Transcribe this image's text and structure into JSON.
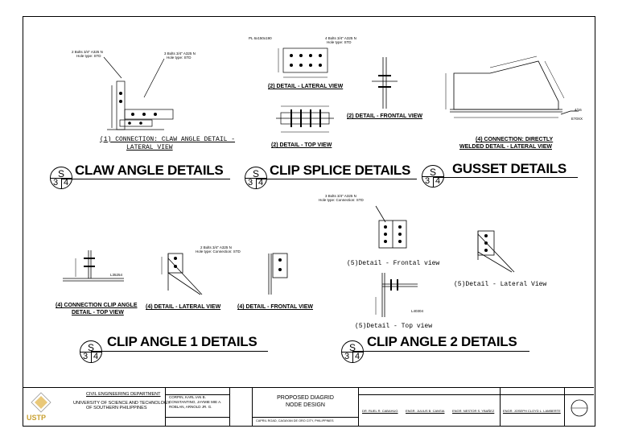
{
  "sections": {
    "claw": {
      "title": "CLAW ANGLE DETAILS",
      "sym": {
        "s": "S",
        "n1": "3",
        "n2": "4"
      }
    },
    "splice": {
      "title": "CLIP SPLICE DETAILS",
      "sym": {
        "s": "S",
        "n1": "3",
        "n2": "4"
      }
    },
    "gusset": {
      "title": "GUSSET DETAILS",
      "sym": {
        "s": "S",
        "n1": "3",
        "n2": "4"
      }
    },
    "clip1": {
      "title": "CLIP ANGLE 1 DETAILS",
      "sym": {
        "s": "S",
        "n1": "3",
        "n2": "4"
      }
    },
    "clip2": {
      "title": "CLIP ANGLE 2 DETAILS",
      "sym": {
        "s": "S",
        "n1": "3",
        "n2": "4"
      }
    }
  },
  "captions": {
    "claw_lateral_1": "(1) CONNECTION: CLAW ANGLE DETAIL -",
    "claw_lateral_2": "LATERAL VIEW",
    "splice_lateral": "(2) DETAIL - LATERAL VIEW",
    "splice_frontal": "(2) DETAIL - FRONTAL VIEW",
    "splice_top": "(2) DETAIL - TOP VIEW",
    "gusset_1": "(4) CONNECTION: DIRECTLY",
    "gusset_2": "WELDED DETAIL - LATERAL VIEW",
    "clip1_top_1": "(4) CONNECTION CLIP ANGLE",
    "clip1_top_2": "DETAIL - TOP VIEW",
    "clip1_lateral": "(4) DETAIL - LATERAL VIEW",
    "clip1_frontal": "(4) DETAIL - FRONTAL VIEW",
    "clip2_frontal": "(5)Detail - Frontal view",
    "clip2_lateral": "(5)Detail - Lateral View",
    "clip2_top": "(5)Detail - Top view"
  },
  "notes": {
    "claw_bolts_a": "2 Bolts 3/4\" A325 N",
    "claw_bolts_a2": "Hole type: STD",
    "claw_bolts_b": "3 Bolts 3/4\" A325 N",
    "claw_bolts_b2": "Hole type: STD",
    "splice_pl": "PL 6x150x190",
    "splice_bolts": "4 Bolts 3/4\" A325 N",
    "splice_bolts2": "Hole type: STD",
    "clip1_bolts": "2 Bolts 3/4\" A325 N",
    "clip1_bolts2": "Hole type: Connection: STD",
    "clip2_bolts": "3 Bolts 3/4\" A325 N",
    "clip2_bolts2": "Hole type: Connection: STD",
    "gusset_weld": "4/16",
    "gusset_exx": "E70XX",
    "l_label_a": "L35254",
    "l_label_b": "L40304"
  },
  "titleblock": {
    "dept": "CIVIL ENGINEERING DEPARTMENT",
    "univ_1": "UNIVERSITY OF SCIENCE AND TECHNOLOGY",
    "univ_2": "OF SOUTHERN PHILIPPINES",
    "logo": "USTP",
    "names_1": "CORPIN, KARL IAN B.",
    "names_2": "CONSTANTINO, JAYMIE MIE A.",
    "names_3": "ROBLAN, ARNOLD JR. G.",
    "project_1": "PROPOSED DIAGRID",
    "project_2": "NODE DESIGN",
    "location": "CAPRIL ROAD, CAGAYAN DE ORO CITY, PHILIPPINES",
    "eng_1": "DR. RUEL R. CABAHUG",
    "eng_2": "ENGR. JULIUS B. CANSIA",
    "eng_3": "ENGR. NESTOR S. YBAÑEZ",
    "eng_4": "ENGR. JOSEPH CLOYD L. LAMBERTE"
  }
}
